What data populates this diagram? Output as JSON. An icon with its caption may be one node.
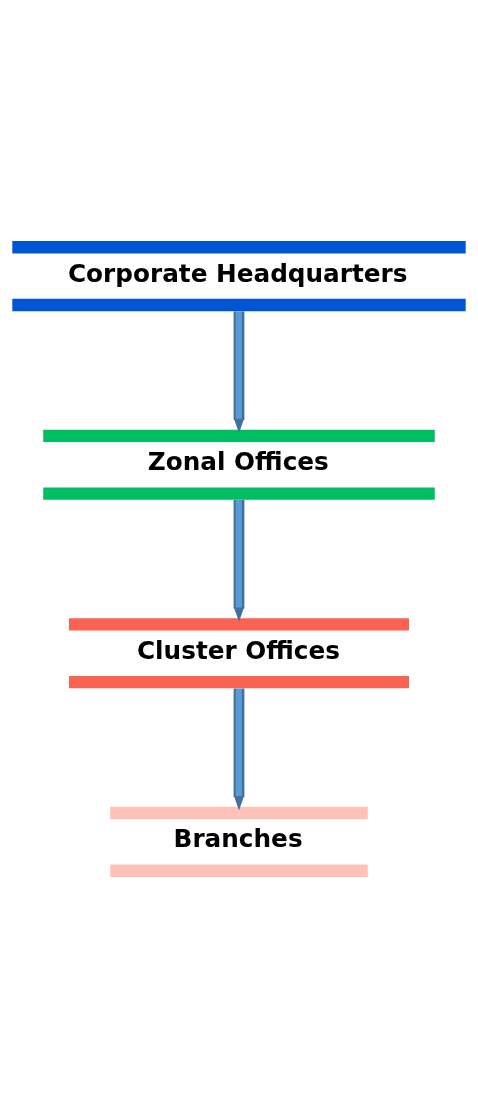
{
  "diagram": {
    "nodes": [
      {
        "text": [
          "Corporate Headquarters"
        ]
      },
      {
        "text": [
          "Zonal Offices"
        ]
      },
      {
        "text": [
          "Cluster Offices"
        ]
      },
      {
        "text": [
          "Branches"
        ]
      }
    ],
    "edges": [
      {
        "from": 0,
        "to": 1,
        "arrow": "to"
      },
      {
        "from": 1,
        "to": 2,
        "arrow": "to"
      },
      {
        "from": 2,
        "to": 3,
        "arrow": "to"
      }
    ]
  }
}
